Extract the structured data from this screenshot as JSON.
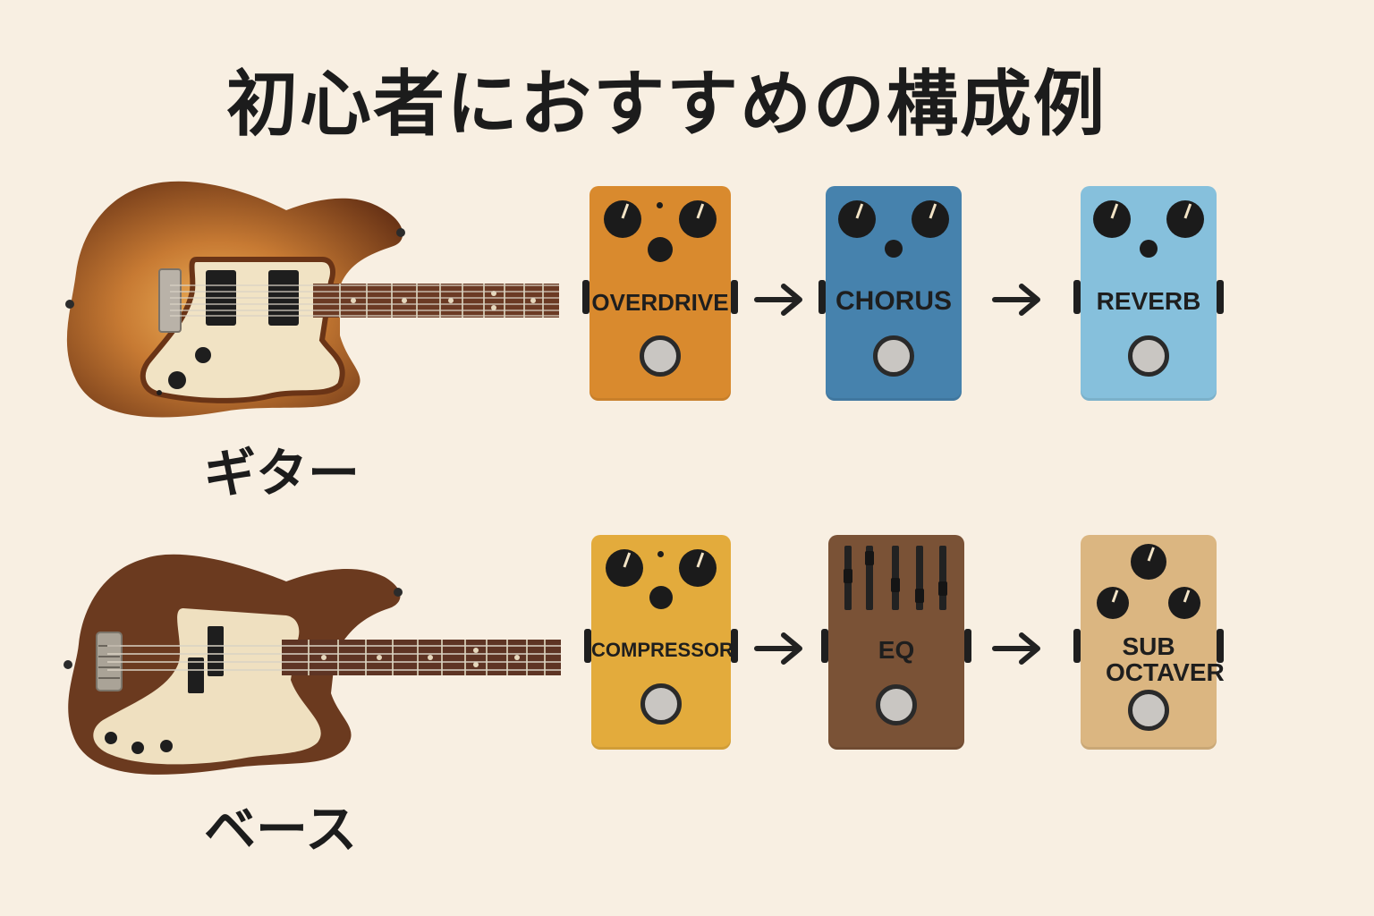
{
  "title": "初心者におすすめの構成例",
  "guitar": {
    "label": "ギター",
    "body_color": "#7a3f1a",
    "pedals": [
      {
        "name": "OVERDRIVE",
        "color": "#d98a2e"
      },
      {
        "name": "CHORUS",
        "color": "#4682ad"
      },
      {
        "name": "REVERB",
        "color": "#86c0dc"
      }
    ]
  },
  "bass": {
    "label": "ベース",
    "body_color": "#6b3a1f",
    "pedals": [
      {
        "name": "COMPRESSOR",
        "color": "#e3ab3c"
      },
      {
        "name": "EQ",
        "color": "#7a5236"
      },
      {
        "name": "SUB OCTAVER",
        "color": "#dbb681"
      }
    ]
  },
  "icons": [
    "arrow-right-icon",
    "footswitch-icon",
    "knob-icon",
    "guitar-icon",
    "bass-icon"
  ]
}
